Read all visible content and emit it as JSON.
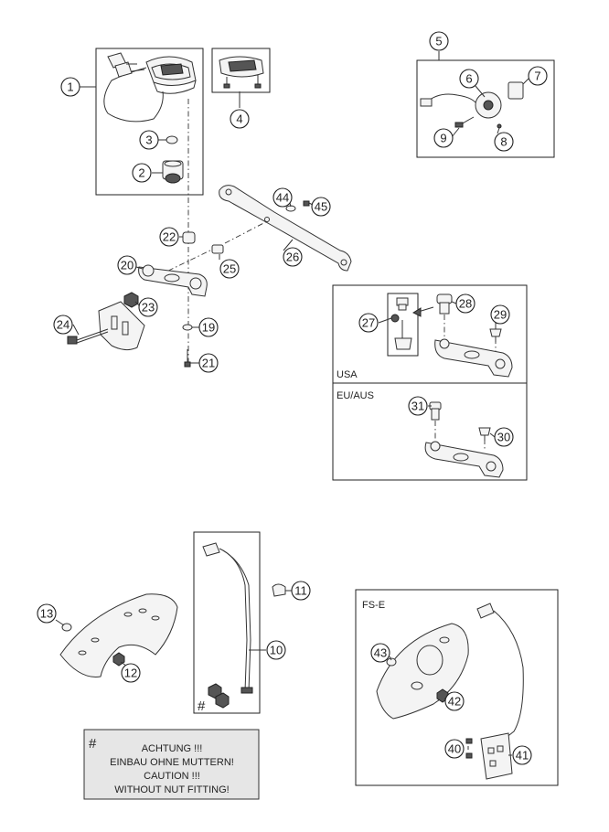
{
  "region_labels": {
    "usa": "USA",
    "eu_aus": "EU/AUS",
    "fs_e": "FS-E"
  },
  "note": {
    "marker": "#",
    "lines": [
      "ACHTUNG !!!",
      "EINBAU OHNE MUTTERN!",
      "CAUTION !!!",
      "WITHOUT NUT FITTING!"
    ]
  },
  "sensor_marker": "#",
  "callouts": [
    {
      "id": "1"
    },
    {
      "id": "2"
    },
    {
      "id": "3"
    },
    {
      "id": "4"
    },
    {
      "id": "5"
    },
    {
      "id": "6"
    },
    {
      "id": "7"
    },
    {
      "id": "8"
    },
    {
      "id": "9"
    },
    {
      "id": "10"
    },
    {
      "id": "11"
    },
    {
      "id": "12"
    },
    {
      "id": "13"
    },
    {
      "id": "19"
    },
    {
      "id": "20"
    },
    {
      "id": "21"
    },
    {
      "id": "22"
    },
    {
      "id": "23"
    },
    {
      "id": "24"
    },
    {
      "id": "25"
    },
    {
      "id": "26"
    },
    {
      "id": "27"
    },
    {
      "id": "28"
    },
    {
      "id": "29"
    },
    {
      "id": "30"
    },
    {
      "id": "31"
    },
    {
      "id": "40"
    },
    {
      "id": "41"
    },
    {
      "id": "42"
    },
    {
      "id": "43"
    },
    {
      "id": "44"
    },
    {
      "id": "45"
    }
  ]
}
